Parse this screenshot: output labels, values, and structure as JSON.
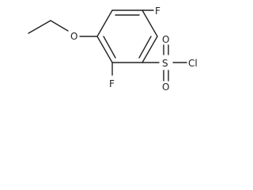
{
  "structure": {
    "atoms": {
      "fluorine_top": "F",
      "fluorine_bottom": "F",
      "sulfur": "S",
      "oxygen_top": "O",
      "oxygen_bottom": "O",
      "chlorine": "Cl",
      "ether_oxygen": "O"
    }
  }
}
